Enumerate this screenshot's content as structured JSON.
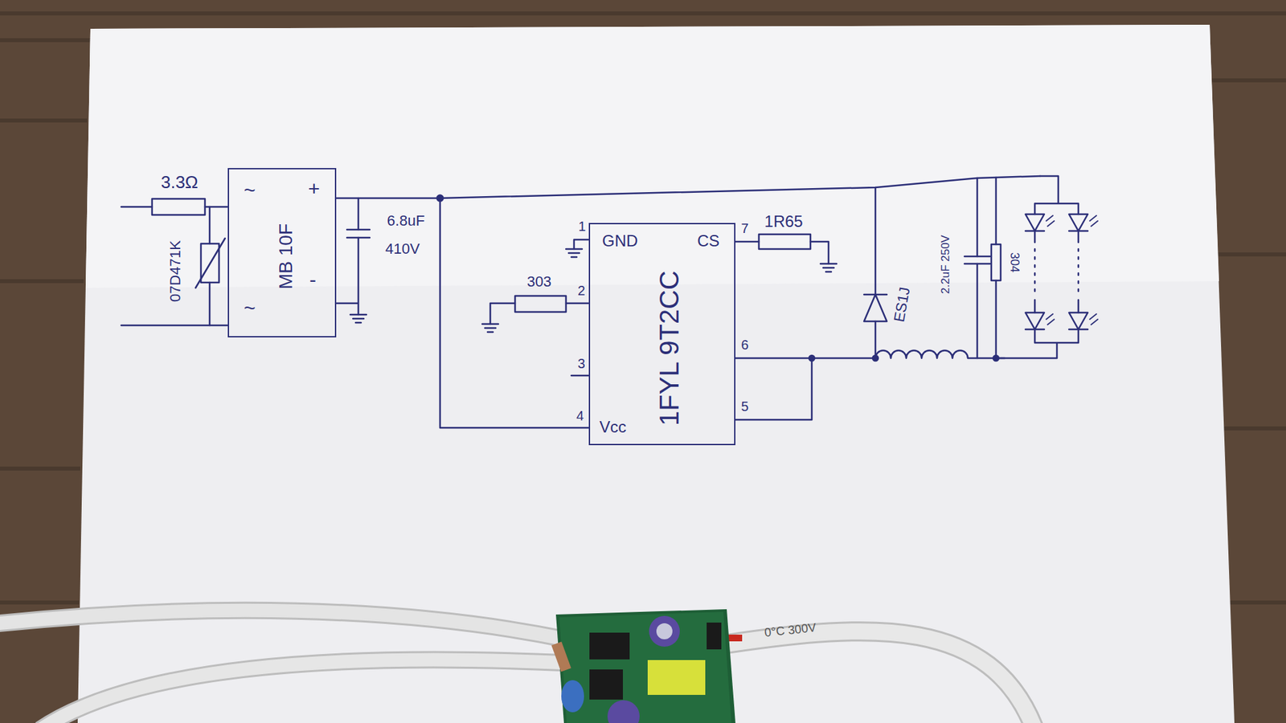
{
  "diagram": {
    "nodes": [
      {
        "text": [
          "~",
          "+",
          "MB 10F",
          "~",
          "-"
        ]
      },
      {
        "text": [
          "GND",
          "CS",
          "1FYL 9T2CC",
          "Vcc"
        ]
      }
    ],
    "edges": [
      {
        "from": 0,
        "to": 1,
        "arrow": "none"
      }
    ],
    "labels": [
      "3.3Ω",
      "07D471K",
      "6.8uF",
      "410V",
      "1",
      "303",
      "2",
      "3",
      "4",
      "7",
      "1R65",
      "6",
      "5",
      "ES1J",
      "2.2uF 250V",
      "304",
      "0°C 300V"
    ]
  }
}
